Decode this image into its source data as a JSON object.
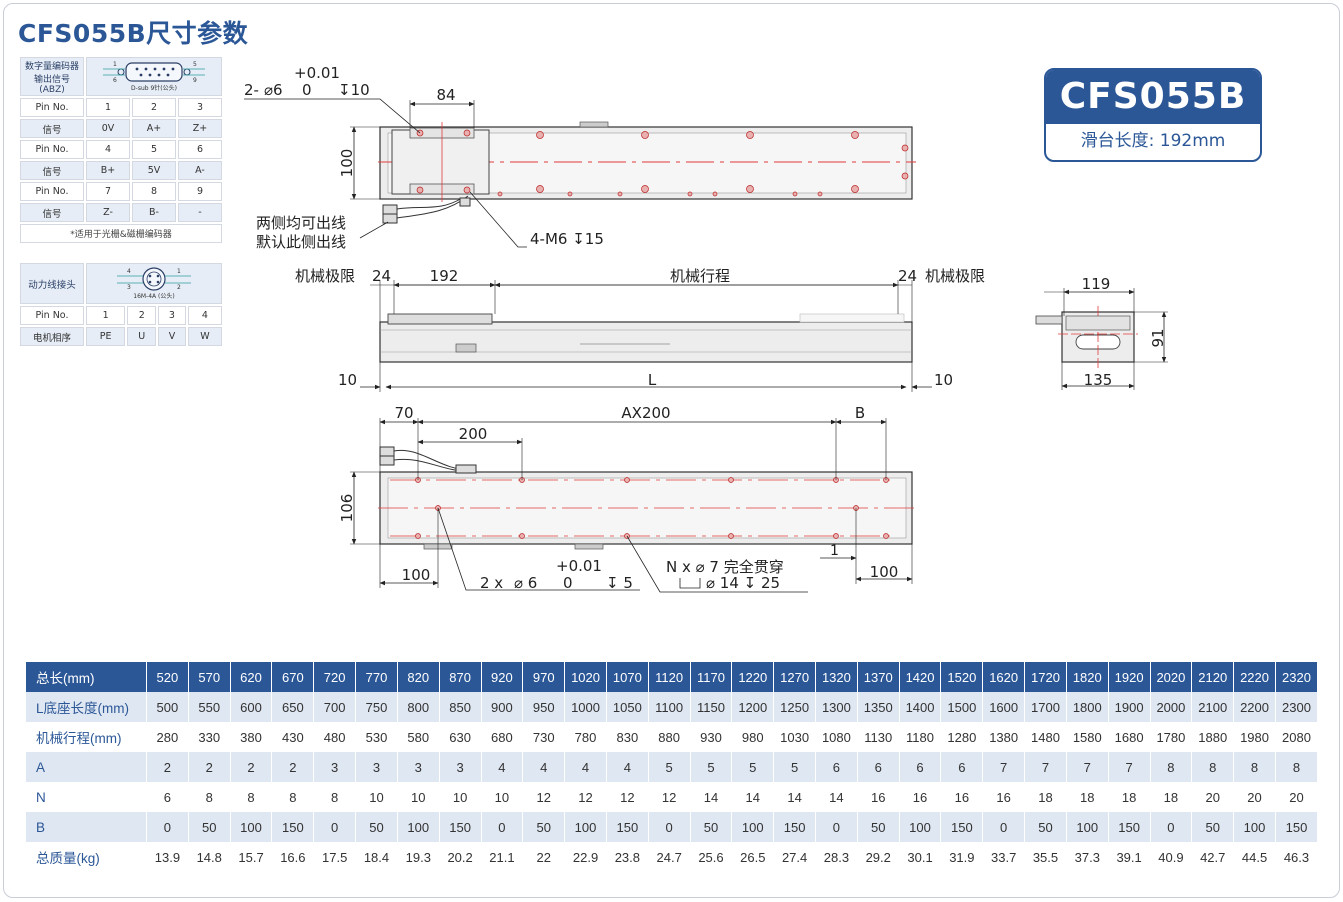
{
  "title": "CFS055B尺寸参数",
  "badge": {
    "model": "CFS055B",
    "subtitle": "滑台长度: 192mm"
  },
  "encoder_table": {
    "header_label": "数字量编码器输出信号(ABZ)",
    "connector_label": "D-sub 9针(公头)",
    "connector_pin_marks": [
      "1",
      "6",
      "5",
      "9"
    ],
    "rows": [
      {
        "label": "Pin No.",
        "cells": [
          "1",
          "2",
          "3"
        ]
      },
      {
        "label": "信号",
        "cells": [
          "0V",
          "A+",
          "Z+"
        ]
      },
      {
        "label": "Pin No.",
        "cells": [
          "4",
          "5",
          "6"
        ]
      },
      {
        "label": "信号",
        "cells": [
          "B+",
          "5V",
          "A-"
        ]
      },
      {
        "label": "Pin No.",
        "cells": [
          "7",
          "8",
          "9"
        ]
      },
      {
        "label": "信号",
        "cells": [
          "Z-",
          "B-",
          "-"
        ]
      }
    ],
    "note": "*适用于光栅&磁栅编码器"
  },
  "power_table": {
    "header_label": "动力线接头",
    "connector_label": "16M-4A (公头)",
    "connector_pin_marks": [
      "4",
      "3",
      "1",
      "2"
    ],
    "rows": [
      {
        "label": "Pin No.",
        "cells": [
          "1",
          "2",
          "3",
          "4"
        ]
      },
      {
        "label": "电机相序",
        "cells": [
          "PE",
          "U",
          "V",
          "W"
        ]
      }
    ]
  },
  "drawing": {
    "top": {
      "pin_hole_prefix": "2-",
      "pin_hole_dia": "⌀6",
      "pin_hole_tol_plus": "+0.01",
      "pin_hole_tol_zero": "0",
      "pin_hole_depth": "↧10",
      "width_84": "84",
      "height_100": "100",
      "cable_note_1": "两侧均可出线",
      "cable_note_2": "默认此侧出线",
      "thread": "4-M6 ↧15"
    },
    "side": {
      "limit_left": "机械极限",
      "dim_24_left": "24",
      "dim_192": "192",
      "stroke_label": "机械行程",
      "dim_24_right": "24",
      "limit_right": "机械极限",
      "dim_10_left": "10",
      "dim_L": "L",
      "dim_10_right": "10"
    },
    "end": {
      "width_119": "119",
      "height_91": "91",
      "width_135": "135"
    },
    "bottom": {
      "dim_70": "70",
      "dim_AX200": "AX200",
      "dim_B": "B",
      "dim_200": "200",
      "height_106": "106",
      "dim_100_left": "100",
      "hole2_prefix": "2 x",
      "hole2_dia": "⌀ 6",
      "hole2_tol_plus": "+0.01",
      "hole2_tol_zero": "0",
      "hole2_depth": "↧ 5",
      "holeN_line1": "N x  ⌀ 7 完全贯穿",
      "holeN_line2": "⌀ 14  ↧ 25",
      "dim_1": "1",
      "dim_100_right": "100"
    }
  },
  "spec_table": {
    "rows": [
      {
        "label": "总长(mm)",
        "values": [
          "520",
          "570",
          "620",
          "670",
          "720",
          "770",
          "820",
          "870",
          "920",
          "970",
          "1020",
          "1070",
          "1120",
          "1170",
          "1220",
          "1270",
          "1320",
          "1370",
          "1420",
          "1520",
          "1620",
          "1720",
          "1820",
          "1920",
          "2020",
          "2120",
          "2220",
          "2320"
        ]
      },
      {
        "label": "L底座长度(mm)",
        "values": [
          "500",
          "550",
          "600",
          "650",
          "700",
          "750",
          "800",
          "850",
          "900",
          "950",
          "1000",
          "1050",
          "1100",
          "1150",
          "1200",
          "1250",
          "1300",
          "1350",
          "1400",
          "1500",
          "1600",
          "1700",
          "1800",
          "1900",
          "2000",
          "2100",
          "2200",
          "2300"
        ]
      },
      {
        "label": "机械行程(mm)",
        "values": [
          "280",
          "330",
          "380",
          "430",
          "480",
          "530",
          "580",
          "630",
          "680",
          "730",
          "780",
          "830",
          "880",
          "930",
          "980",
          "1030",
          "1080",
          "1130",
          "1180",
          "1280",
          "1380",
          "1480",
          "1580",
          "1680",
          "1780",
          "1880",
          "1980",
          "2080"
        ]
      },
      {
        "label": "A",
        "values": [
          "2",
          "2",
          "2",
          "2",
          "3",
          "3",
          "3",
          "3",
          "4",
          "4",
          "4",
          "4",
          "5",
          "5",
          "5",
          "5",
          "6",
          "6",
          "6",
          "6",
          "7",
          "7",
          "7",
          "7",
          "8",
          "8",
          "8",
          "8"
        ]
      },
      {
        "label": "N",
        "values": [
          "6",
          "8",
          "8",
          "8",
          "8",
          "10",
          "10",
          "10",
          "10",
          "12",
          "12",
          "12",
          "12",
          "14",
          "14",
          "14",
          "14",
          "16",
          "16",
          "16",
          "16",
          "18",
          "18",
          "18",
          "18",
          "20",
          "20",
          "20"
        ]
      },
      {
        "label": "B",
        "values": [
          "0",
          "50",
          "100",
          "150",
          "0",
          "50",
          "100",
          "150",
          "0",
          "50",
          "100",
          "150",
          "0",
          "50",
          "100",
          "150",
          "0",
          "50",
          "100",
          "150",
          "0",
          "50",
          "100",
          "150",
          "0",
          "50",
          "100",
          "150"
        ]
      },
      {
        "label": "总质量(kg)",
        "values": [
          "13.9",
          "14.8",
          "15.7",
          "16.6",
          "17.5",
          "18.4",
          "19.3",
          "20.2",
          "21.1",
          "22",
          "22.9",
          "23.8",
          "24.7",
          "25.6",
          "26.5",
          "27.4",
          "28.3",
          "29.2",
          "30.1",
          "31.9",
          "33.7",
          "35.5",
          "37.3",
          "39.1",
          "40.9",
          "42.7",
          "44.5",
          "46.3"
        ]
      }
    ]
  },
  "colors": {
    "accent": "#2b5797",
    "row_alt": "#dfe7f2",
    "centerline": "#e23a3a"
  }
}
